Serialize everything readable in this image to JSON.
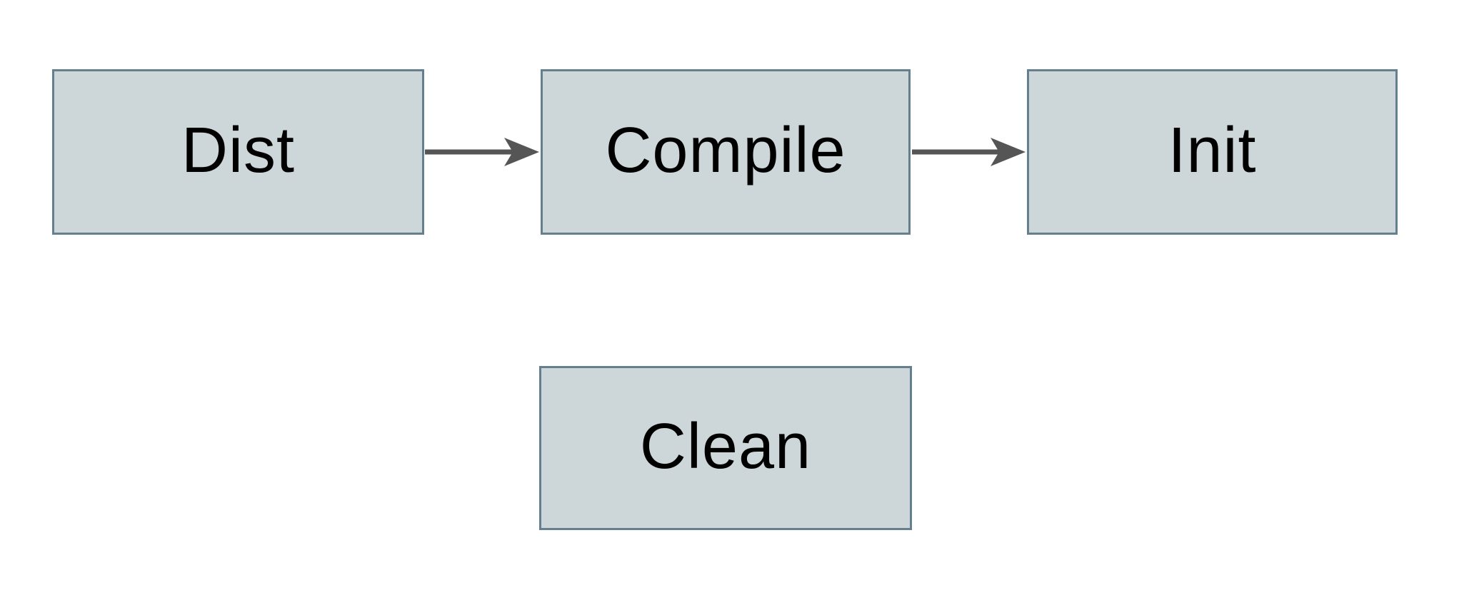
{
  "diagram": {
    "type": "flowchart",
    "nodes": [
      {
        "id": "dist",
        "label": "Dist"
      },
      {
        "id": "compile",
        "label": "Compile"
      },
      {
        "id": "init",
        "label": "Init"
      },
      {
        "id": "clean",
        "label": "Clean"
      }
    ],
    "edges": [
      {
        "from": "dist",
        "to": "compile",
        "style": "arrow-right"
      },
      {
        "from": "compile",
        "to": "init",
        "style": "arrow-right"
      }
    ],
    "colors": {
      "node_fill": "#cdd6d9",
      "node_border": "#647f8d",
      "arrow": "#555555",
      "label_text": "#000000",
      "background": "#ffffff"
    }
  }
}
